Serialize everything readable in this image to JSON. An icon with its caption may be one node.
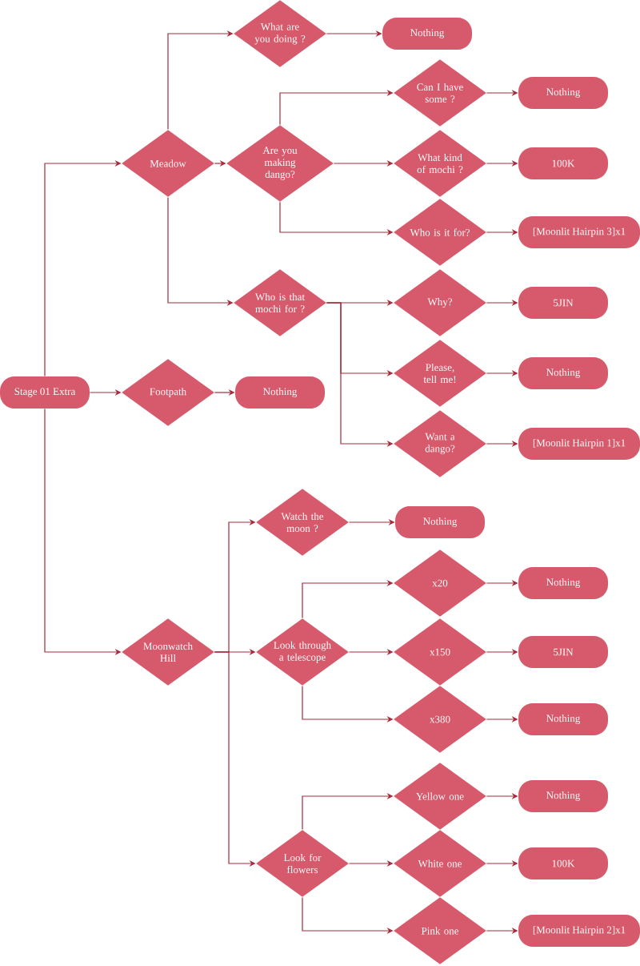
{
  "diagram": {
    "nodes": [
      {
        "text": [
          "Stage 01 Extra"
        ]
      },
      {
        "text": [
          "Meadow"
        ]
      },
      {
        "text": [
          "What are you doing ?"
        ]
      },
      {
        "text": [
          "Nothing"
        ]
      },
      {
        "text": [
          "Are you making dango?"
        ]
      },
      {
        "text": [
          "Can I have some ?"
        ]
      },
      {
        "text": [
          "Nothing"
        ]
      },
      {
        "text": [
          "What kind of mochi ?"
        ]
      },
      {
        "text": [
          "100K"
        ]
      },
      {
        "text": [
          "Who is it for?"
        ]
      },
      {
        "text": [
          "[Moonlit Hairpin 3]x1"
        ]
      },
      {
        "text": [
          "Who is that mochi for ?"
        ]
      },
      {
        "text": [
          "Why?"
        ]
      },
      {
        "text": [
          "5JIN"
        ]
      },
      {
        "text": [
          "Please, tell me!"
        ]
      },
      {
        "text": [
          "Nothing"
        ]
      },
      {
        "text": [
          "Want a dango?"
        ]
      },
      {
        "text": [
          "[Moonlit Hairpin 1]x1"
        ]
      },
      {
        "text": [
          "Footpath"
        ]
      },
      {
        "text": [
          "Nothing"
        ]
      },
      {
        "text": [
          "Moonwatch Hill"
        ]
      },
      {
        "text": [
          "Watch the moon ?"
        ]
      },
      {
        "text": [
          "Nothing"
        ]
      },
      {
        "text": [
          "Look through a telescope"
        ]
      },
      {
        "text": [
          "x20"
        ]
      },
      {
        "text": [
          "Nothing"
        ]
      },
      {
        "text": [
          "x150"
        ]
      },
      {
        "text": [
          "5JIN"
        ]
      },
      {
        "text": [
          "x380"
        ]
      },
      {
        "text": [
          "Nothing"
        ]
      },
      {
        "text": [
          "Look for flowers"
        ]
      },
      {
        "text": [
          "Yellow one"
        ]
      },
      {
        "text": [
          "Nothing"
        ]
      },
      {
        "text": [
          "White one"
        ]
      },
      {
        "text": [
          "100K"
        ]
      },
      {
        "text": [
          "Pink one"
        ]
      },
      {
        "text": [
          "[Moonlit Hairpin 2]x1"
        ]
      }
    ],
    "edges": [
      {
        "from": 0,
        "to": 1,
        "arrow": "to"
      },
      {
        "from": 0,
        "to": 18,
        "arrow": "to"
      },
      {
        "from": 0,
        "to": 20,
        "arrow": "to"
      },
      {
        "from": 1,
        "to": 2,
        "arrow": "to"
      },
      {
        "from": 2,
        "to": 3,
        "arrow": "to"
      },
      {
        "from": 1,
        "to": 4,
        "arrow": "to"
      },
      {
        "from": 4,
        "to": 5,
        "arrow": "to"
      },
      {
        "from": 5,
        "to": 6,
        "arrow": "to"
      },
      {
        "from": 4,
        "to": 7,
        "arrow": "to"
      },
      {
        "from": 7,
        "to": 8,
        "arrow": "to"
      },
      {
        "from": 4,
        "to": 9,
        "arrow": "to"
      },
      {
        "from": 9,
        "to": 10,
        "arrow": "to"
      },
      {
        "from": 1,
        "to": 11,
        "arrow": "to"
      },
      {
        "from": 11,
        "to": 12,
        "arrow": "to"
      },
      {
        "from": 12,
        "to": 13,
        "arrow": "to"
      },
      {
        "from": 11,
        "to": 14,
        "arrow": "to"
      },
      {
        "from": 14,
        "to": 15,
        "arrow": "to"
      },
      {
        "from": 11,
        "to": 16,
        "arrow": "to"
      },
      {
        "from": 16,
        "to": 17,
        "arrow": "to"
      },
      {
        "from": 18,
        "to": 19,
        "arrow": "to"
      },
      {
        "from": 20,
        "to": 21,
        "arrow": "to"
      },
      {
        "from": 21,
        "to": 22,
        "arrow": "to"
      },
      {
        "from": 20,
        "to": 23,
        "arrow": "to"
      },
      {
        "from": 23,
        "to": 24,
        "arrow": "to"
      },
      {
        "from": 24,
        "to": 25,
        "arrow": "to"
      },
      {
        "from": 23,
        "to": 26,
        "arrow": "to"
      },
      {
        "from": 26,
        "to": 27,
        "arrow": "to"
      },
      {
        "from": 23,
        "to": 28,
        "arrow": "to"
      },
      {
        "from": 28,
        "to": 29,
        "arrow": "to"
      },
      {
        "from": 20,
        "to": 30,
        "arrow": "to"
      },
      {
        "from": 30,
        "to": 31,
        "arrow": "to"
      },
      {
        "from": 31,
        "to": 32,
        "arrow": "to"
      },
      {
        "from": 30,
        "to": 33,
        "arrow": "to"
      },
      {
        "from": 33,
        "to": 34,
        "arrow": "to"
      },
      {
        "from": 30,
        "to": 35,
        "arrow": "to"
      },
      {
        "from": 35,
        "to": 36,
        "arrow": "to"
      }
    ]
  }
}
